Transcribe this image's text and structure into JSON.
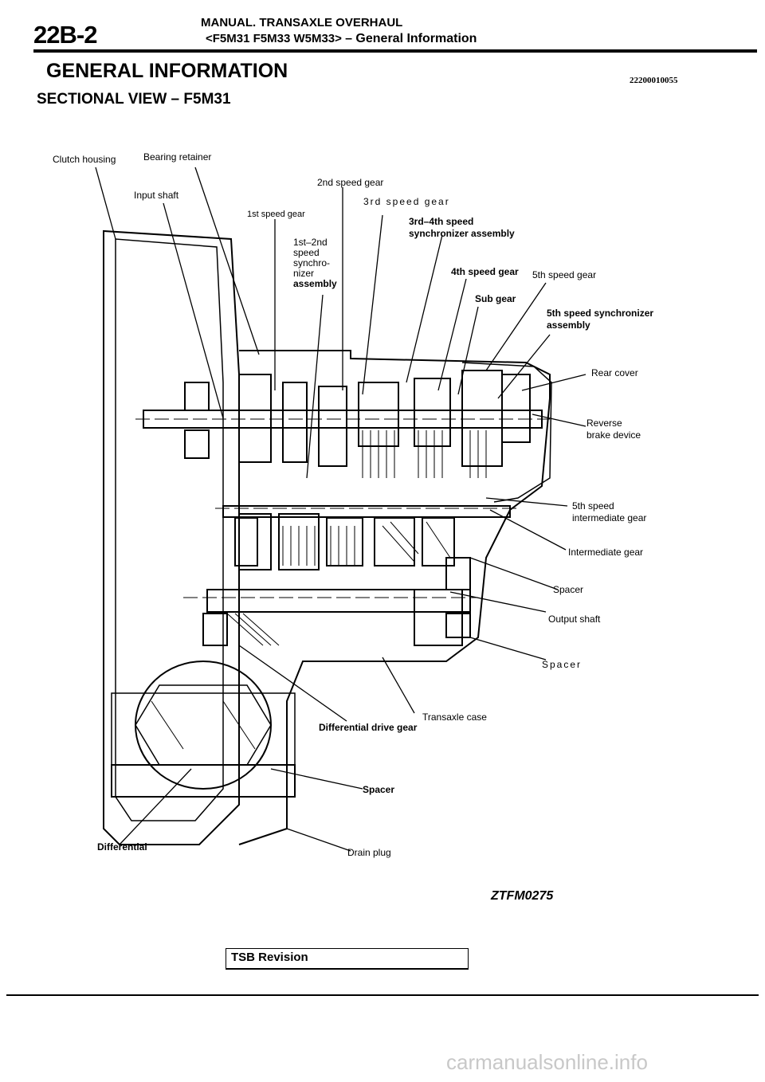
{
  "header": {
    "page_number": "22B-2",
    "section_title": "MANUAL. TRANSAXLE OVERHAUL",
    "models": "<F5M31 F5M33 W5M33>",
    "subsection": "– General Information"
  },
  "main_title": "GENERAL INFORMATION",
  "doc_id": "22200010055",
  "subtitle": "SECTIONAL VIEW – F5M31",
  "labels": {
    "clutch_housing": "Clutch housing",
    "bearing_retainer": "Bearing retainer",
    "input_shaft": "Input shaft",
    "second_speed_gear": "2nd speed gear",
    "third_speed_gear": "3rd speed gear",
    "first_speed_gear": "1st speed gear",
    "third_fourth_sync_1": "3rd–4th speed",
    "third_fourth_sync_2": "synchronizer assembly",
    "sync12_line1": "1st–2nd",
    "sync12_line2": "speed",
    "sync12_line3": "synchro-",
    "sync12_line4": "nizer",
    "sync12_line5": "assembly",
    "fourth_speed_gear": "4th speed gear",
    "fifth_speed_gear": "5th speed gear",
    "sub_gear": "Sub gear",
    "fifth_sync_1": "5th speed synchronizer",
    "fifth_sync_2": "assembly",
    "rear_cover": "Rear cover",
    "reverse_brake_1": "Reverse",
    "reverse_brake_2": "brake device",
    "fifth_inter_1": "5th speed",
    "fifth_inter_2": "intermediate gear",
    "intermediate_gear": "Intermediate gear",
    "spacer_1": "Spacer",
    "output_shaft": "Output shaft",
    "spacer_2": "Spacer",
    "transaxle_case": "Transaxle case",
    "diff_drive_gear": "Differential drive gear",
    "spacer_3": "Spacer",
    "differential": "Differential",
    "drain_plug": "Drain plug"
  },
  "figure_code": "ZTFM0275",
  "revision": "TSB Revision",
  "watermark": "carmanualsonline.info",
  "colors": {
    "ink": "#000000",
    "paper": "#ffffff",
    "watermark": "#c8c8c8"
  }
}
